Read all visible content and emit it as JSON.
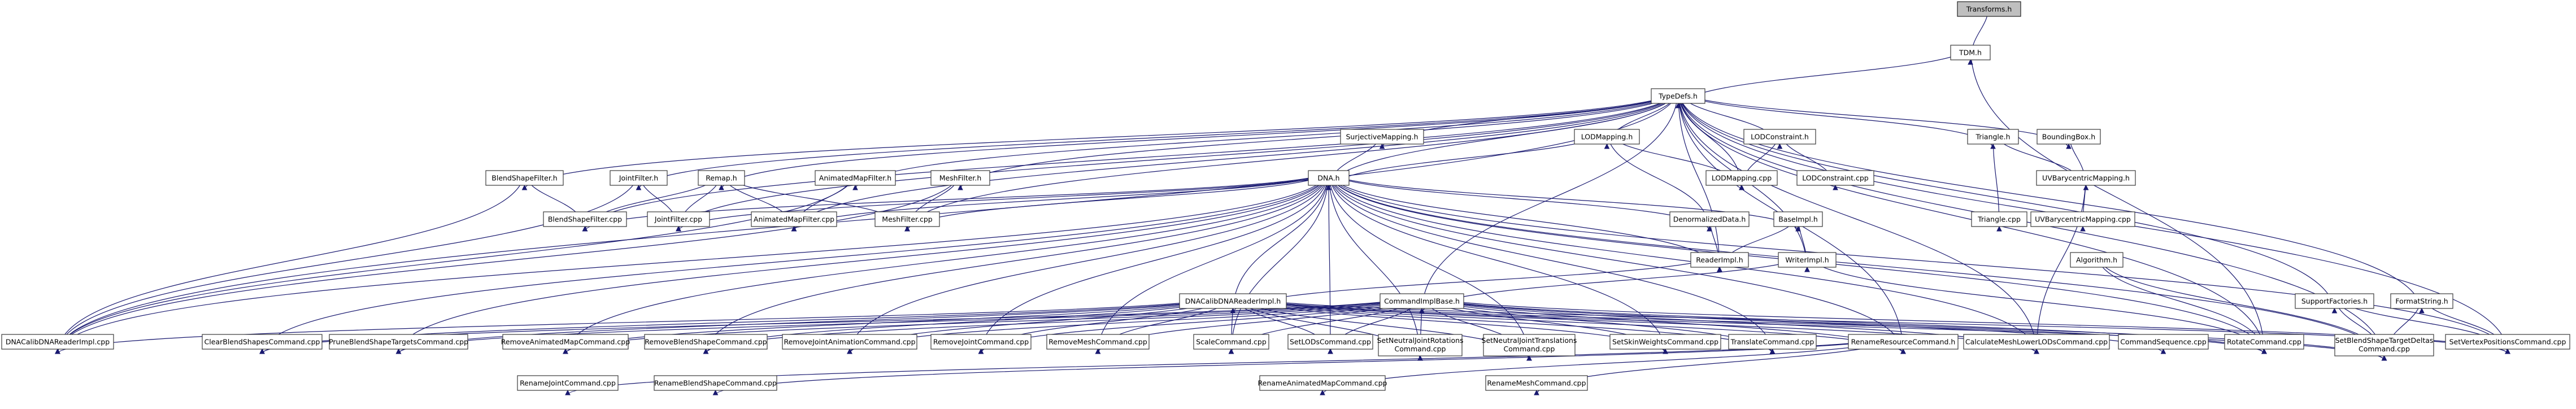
{
  "graph": {
    "title": "Transforms.h",
    "colors": {
      "edge": "#191970",
      "root_fill": "#bfbfbf",
      "node_fill": "#ffffff",
      "node_border": "#3a3a3a"
    },
    "nodes": [
      {
        "id": "transforms_h",
        "label": "Transforms.h",
        "root": true
      },
      {
        "id": "tdm_h",
        "label": "TDM.h"
      },
      {
        "id": "typedefs_h",
        "label": "TypeDefs.h"
      },
      {
        "id": "surjectivemapping_h",
        "label": "SurjectiveMapping.h"
      },
      {
        "id": "lodmapping_h",
        "label": "LODMapping.h"
      },
      {
        "id": "lodconstraint_h",
        "label": "LODConstraint.h"
      },
      {
        "id": "triangle_h",
        "label": "Triangle.h"
      },
      {
        "id": "boundingbox_h",
        "label": "BoundingBox.h"
      },
      {
        "id": "blendshapefilter_h",
        "label": "BlendShapeFilter.h"
      },
      {
        "id": "jointfilter_h",
        "label": "JointFilter.h"
      },
      {
        "id": "remap_h",
        "label": "Remap.h"
      },
      {
        "id": "animatedmapfilter_h",
        "label": "AnimatedMapFilter.h"
      },
      {
        "id": "meshfilter_h",
        "label": "MeshFilter.h"
      },
      {
        "id": "dna_h",
        "label": "DNA.h"
      },
      {
        "id": "lodmapping_cpp",
        "label": "LODMapping.cpp"
      },
      {
        "id": "lodconstraint_cpp",
        "label": "LODConstraint.cpp"
      },
      {
        "id": "triangle_cpp",
        "label": "Triangle.cpp"
      },
      {
        "id": "uvbarycentricmapping_h",
        "label": "UVBarycentricMapping.h"
      },
      {
        "id": "uvbarycentricmapping_cpp",
        "label": "UVBarycentricMapping.cpp"
      },
      {
        "id": "blendshapefilter_cpp",
        "label": "BlendShapeFilter.cpp"
      },
      {
        "id": "jointfilter_cpp",
        "label": "JointFilter.cpp"
      },
      {
        "id": "animatedmapfilter_cpp",
        "label": "AnimatedMapFilter.cpp"
      },
      {
        "id": "meshfilter_cpp",
        "label": "MeshFilter.cpp"
      },
      {
        "id": "denormalizeddata_h",
        "label": "DenormalizedData.h"
      },
      {
        "id": "baseimpl_h",
        "label": "BaseImpl.h"
      },
      {
        "id": "readerimpl_h",
        "label": "ReaderImpl.h"
      },
      {
        "id": "writerimpl_h",
        "label": "WriterImpl.h"
      },
      {
        "id": "algorithm_h",
        "label": "Algorithm.h"
      },
      {
        "id": "supportfactories_h",
        "label": "SupportFactories.h"
      },
      {
        "id": "formatstring_h",
        "label": "FormatString.h"
      },
      {
        "id": "dnacalibdnareaderimpl_h",
        "label": "DNACalibDNAReaderImpl.h"
      },
      {
        "id": "commandimplbase_h",
        "label": "CommandImplBase.h"
      },
      {
        "id": "dnacalibdnareaderimpl_cpp",
        "label": "DNACalibDNAReaderImpl.cpp"
      },
      {
        "id": "clearblendshapescommand_cpp",
        "label": "ClearBlendShapesCommand.cpp"
      },
      {
        "id": "pruneblendshapetargetscommand_cpp",
        "label": "PruneBlendShapeTargetsCommand.cpp"
      },
      {
        "id": "removeanimatedmapcommand_cpp",
        "label": "RemoveAnimatedMapCommand.cpp"
      },
      {
        "id": "removeblendshapecommand_cpp",
        "label": "RemoveBlendShapeCommand.cpp"
      },
      {
        "id": "removejointanimationcommand_cpp",
        "label": "RemoveJointAnimationCommand.cpp"
      },
      {
        "id": "removejointcommand_cpp",
        "label": "RemoveJointCommand.cpp"
      },
      {
        "id": "removemeshcommand_cpp",
        "label": "RemoveMeshCommand.cpp"
      },
      {
        "id": "scalecommand_cpp",
        "label": "ScaleCommand.cpp"
      },
      {
        "id": "setlodscommand_cpp",
        "label": "SetLODsCommand.cpp"
      },
      {
        "id": "setneutraljointrotationscommand_cpp",
        "label": "SetNeutralJointRotations Command.cpp"
      },
      {
        "id": "setneutraljointtranslationscommand_cpp",
        "label": "SetNeutralJointTranslations Command.cpp"
      },
      {
        "id": "setskinweightscommand_cpp",
        "label": "SetSkinWeightsCommand.cpp"
      },
      {
        "id": "translatecommand_cpp",
        "label": "TranslateCommand.cpp"
      },
      {
        "id": "renameresourcecommand_h",
        "label": "RenameResourceCommand.h"
      },
      {
        "id": "calculatemeshlowerlodscommand_cpp",
        "label": "CalculateMeshLowerLODsCommand.cpp"
      },
      {
        "id": "commandsequence_cpp",
        "label": "CommandSequence.cpp"
      },
      {
        "id": "rotatecommand_cpp",
        "label": "RotateCommand.cpp"
      },
      {
        "id": "setblendshapetargetdeltascommand_cpp",
        "label": "SetBlendShapeTargetDeltas Command.cpp"
      },
      {
        "id": "setvertexpositionscommand_cpp",
        "label": "SetVertexPositionsCommand.cpp"
      },
      {
        "id": "renamejointcommand_cpp",
        "label": "RenameJointCommand.cpp"
      },
      {
        "id": "renameblendshapecommand_cpp",
        "label": "RenameBlendShapeCommand.cpp"
      },
      {
        "id": "renameanimatedmapcommand_cpp",
        "label": "RenameAnimatedMapCommand.cpp"
      },
      {
        "id": "renamemeshcommand_cpp",
        "label": "RenameMeshCommand.cpp"
      }
    ],
    "edges": [
      [
        "transforms_h",
        "tdm_h"
      ],
      [
        "tdm_h",
        "typedefs_h"
      ],
      [
        "tdm_h",
        "rotatecommand_cpp"
      ],
      [
        "typedefs_h",
        "surjectivemapping_h"
      ],
      [
        "typedefs_h",
        "lodmapping_h"
      ],
      [
        "typedefs_h",
        "lodconstraint_h"
      ],
      [
        "typedefs_h",
        "triangle_h"
      ],
      [
        "typedefs_h",
        "boundingbox_h"
      ],
      [
        "typedefs_h",
        "blendshapefilter_h"
      ],
      [
        "typedefs_h",
        "jointfilter_h"
      ],
      [
        "typedefs_h",
        "remap_h"
      ],
      [
        "typedefs_h",
        "animatedmapfilter_h"
      ],
      [
        "typedefs_h",
        "meshfilter_h"
      ],
      [
        "typedefs_h",
        "dna_h"
      ],
      [
        "typedefs_h",
        "lodmapping_cpp"
      ],
      [
        "typedefs_h",
        "blendshapefilter_cpp"
      ],
      [
        "typedefs_h",
        "jointfilter_cpp"
      ],
      [
        "typedefs_h",
        "animatedmapfilter_cpp"
      ],
      [
        "typedefs_h",
        "meshfilter_cpp"
      ],
      [
        "typedefs_h",
        "readerimpl_h"
      ],
      [
        "typedefs_h",
        "writerimpl_h"
      ],
      [
        "typedefs_h",
        "commandimplbase_h"
      ],
      [
        "typedefs_h",
        "supportfactories_h"
      ],
      [
        "typedefs_h",
        "formatstring_h"
      ],
      [
        "typedefs_h",
        "renameresourcecommand_h"
      ],
      [
        "typedefs_h",
        "rotatecommand_cpp"
      ],
      [
        "typedefs_h",
        "setvertexpositionscommand_cpp"
      ],
      [
        "typedefs_h",
        "setblendshapetargetdeltascommand_cpp"
      ],
      [
        "typedefs_h",
        "dnacalibdnareaderimpl_cpp"
      ],
      [
        "typedefs_h",
        "calculatemeshlowerlodscommand_cpp"
      ],
      [
        "surjectivemapping_h",
        "dna_h"
      ],
      [
        "lodmapping_h",
        "dna_h"
      ],
      [
        "lodmapping_h",
        "lodmapping_cpp"
      ],
      [
        "lodmapping_h",
        "denormalizeddata_h"
      ],
      [
        "lodconstraint_h",
        "lodmapping_cpp"
      ],
      [
        "lodconstraint_h",
        "lodconstraint_cpp"
      ],
      [
        "triangle_h",
        "triangle_cpp"
      ],
      [
        "triangle_h",
        "uvbarycentricmapping_h"
      ],
      [
        "boundingbox_h",
        "uvbarycentricmapping_h"
      ],
      [
        "uvbarycentricmapping_h",
        "uvbarycentricmapping_cpp"
      ],
      [
        "uvbarycentricmapping_h",
        "calculatemeshlowerlodscommand_cpp"
      ],
      [
        "blendshapefilter_h",
        "blendshapefilter_cpp"
      ],
      [
        "blendshapefilter_h",
        "dnacalibdnareaderimpl_cpp"
      ],
      [
        "jointfilter_h",
        "jointfilter_cpp"
      ],
      [
        "jointfilter_h",
        "dnacalibdnareaderimpl_cpp"
      ],
      [
        "remap_h",
        "blendshapefilter_cpp"
      ],
      [
        "remap_h",
        "jointfilter_cpp"
      ],
      [
        "remap_h",
        "animatedmapfilter_cpp"
      ],
      [
        "remap_h",
        "meshfilter_cpp"
      ],
      [
        "animatedmapfilter_h",
        "animatedmapfilter_cpp"
      ],
      [
        "animatedmapfilter_h",
        "dnacalibdnareaderimpl_cpp"
      ],
      [
        "meshfilter_h",
        "meshfilter_cpp"
      ],
      [
        "meshfilter_h",
        "dnacalibdnareaderimpl_cpp"
      ],
      [
        "dna_h",
        "blendshapefilter_cpp"
      ],
      [
        "dna_h",
        "jointfilter_cpp"
      ],
      [
        "dna_h",
        "animatedmapfilter_cpp"
      ],
      [
        "dna_h",
        "meshfilter_cpp"
      ],
      [
        "dna_h",
        "denormalizeddata_h"
      ],
      [
        "dna_h",
        "baseimpl_h"
      ],
      [
        "dna_h",
        "readerimpl_h"
      ],
      [
        "dna_h",
        "dnacalibdnareaderimpl_h"
      ],
      [
        "dna_h",
        "dnacalibdnareaderimpl_cpp"
      ],
      [
        "dna_h",
        "clearblendshapescommand_cpp"
      ],
      [
        "dna_h",
        "pruneblendshapetargetscommand_cpp"
      ],
      [
        "dna_h",
        "removeanimatedmapcommand_cpp"
      ],
      [
        "dna_h",
        "removeblendshapecommand_cpp"
      ],
      [
        "dna_h",
        "removejointanimationcommand_cpp"
      ],
      [
        "dna_h",
        "removejointcommand_cpp"
      ],
      [
        "dna_h",
        "removemeshcommand_cpp"
      ],
      [
        "dna_h",
        "scalecommand_cpp"
      ],
      [
        "dna_h",
        "setlodscommand_cpp"
      ],
      [
        "dna_h",
        "setneutraljointrotationscommand_cpp"
      ],
      [
        "dna_h",
        "setneutraljointtranslationscommand_cpp"
      ],
      [
        "dna_h",
        "setskinweightscommand_cpp"
      ],
      [
        "dna_h",
        "translatecommand_cpp"
      ],
      [
        "dna_h",
        "renameresourcecommand_h"
      ],
      [
        "dna_h",
        "calculatemeshlowerlodscommand_cpp"
      ],
      [
        "dna_h",
        "rotatecommand_cpp"
      ],
      [
        "dna_h",
        "setblendshapetargetdeltascommand_cpp"
      ],
      [
        "dna_h",
        "setvertexpositionscommand_cpp"
      ],
      [
        "denormalizeddata_h",
        "readerimpl_h"
      ],
      [
        "baseimpl_h",
        "readerimpl_h"
      ],
      [
        "baseimpl_h",
        "writerimpl_h"
      ],
      [
        "readerimpl_h",
        "dnacalibdnareaderimpl_h"
      ],
      [
        "writerimpl_h",
        "commandimplbase_h"
      ],
      [
        "writerimpl_h",
        "rotatecommand_cpp"
      ],
      [
        "dnacalibdnareaderimpl_h",
        "dnacalibdnareaderimpl_cpp"
      ],
      [
        "dnacalibdnareaderimpl_h",
        "clearblendshapescommand_cpp"
      ],
      [
        "dnacalibdnareaderimpl_h",
        "pruneblendshapetargetscommand_cpp"
      ],
      [
        "dnacalibdnareaderimpl_h",
        "removeanimatedmapcommand_cpp"
      ],
      [
        "dnacalibdnareaderimpl_h",
        "removeblendshapecommand_cpp"
      ],
      [
        "dnacalibdnareaderimpl_h",
        "removejointanimationcommand_cpp"
      ],
      [
        "dnacalibdnareaderimpl_h",
        "removejointcommand_cpp"
      ],
      [
        "dnacalibdnareaderimpl_h",
        "removemeshcommand_cpp"
      ],
      [
        "dnacalibdnareaderimpl_h",
        "scalecommand_cpp"
      ],
      [
        "dnacalibdnareaderimpl_h",
        "setlodscommand_cpp"
      ],
      [
        "dnacalibdnareaderimpl_h",
        "setneutraljointrotationscommand_cpp"
      ],
      [
        "dnacalibdnareaderimpl_h",
        "setneutraljointtranslationscommand_cpp"
      ],
      [
        "dnacalibdnareaderimpl_h",
        "setskinweightscommand_cpp"
      ],
      [
        "dnacalibdnareaderimpl_h",
        "translatecommand_cpp"
      ],
      [
        "dnacalibdnareaderimpl_h",
        "renameresourcecommand_h"
      ],
      [
        "dnacalibdnareaderimpl_h",
        "calculatemeshlowerlodscommand_cpp"
      ],
      [
        "dnacalibdnareaderimpl_h",
        "rotatecommand_cpp"
      ],
      [
        "dnacalibdnareaderimpl_h",
        "setblendshapetargetdeltascommand_cpp"
      ],
      [
        "dnacalibdnareaderimpl_h",
        "setvertexpositionscommand_cpp"
      ],
      [
        "commandimplbase_h",
        "clearblendshapescommand_cpp"
      ],
      [
        "commandimplbase_h",
        "pruneblendshapetargetscommand_cpp"
      ],
      [
        "commandimplbase_h",
        "removeanimatedmapcommand_cpp"
      ],
      [
        "commandimplbase_h",
        "removeblendshapecommand_cpp"
      ],
      [
        "commandimplbase_h",
        "removejointanimationcommand_cpp"
      ],
      [
        "commandimplbase_h",
        "removejointcommand_cpp"
      ],
      [
        "commandimplbase_h",
        "removemeshcommand_cpp"
      ],
      [
        "commandimplbase_h",
        "scalecommand_cpp"
      ],
      [
        "commandimplbase_h",
        "setlodscommand_cpp"
      ],
      [
        "commandimplbase_h",
        "setneutraljointrotationscommand_cpp"
      ],
      [
        "commandimplbase_h",
        "setneutraljointtranslationscommand_cpp"
      ],
      [
        "commandimplbase_h",
        "setskinweightscommand_cpp"
      ],
      [
        "commandimplbase_h",
        "translatecommand_cpp"
      ],
      [
        "commandimplbase_h",
        "renameresourcecommand_h"
      ],
      [
        "commandimplbase_h",
        "calculatemeshlowerlodscommand_cpp"
      ],
      [
        "commandimplbase_h",
        "commandsequence_cpp"
      ],
      [
        "commandimplbase_h",
        "rotatecommand_cpp"
      ],
      [
        "commandimplbase_h",
        "setblendshapetargetdeltascommand_cpp"
      ],
      [
        "commandimplbase_h",
        "setvertexpositionscommand_cpp"
      ],
      [
        "algorithm_h",
        "rotatecommand_cpp"
      ],
      [
        "algorithm_h",
        "setblendshapetargetdeltascommand_cpp"
      ],
      [
        "supportfactories_h",
        "setblendshapetargetdeltascommand_cpp"
      ],
      [
        "supportfactories_h",
        "setvertexpositionscommand_cpp"
      ],
      [
        "formatstring_h",
        "setblendshapetargetdeltascommand_cpp"
      ],
      [
        "formatstring_h",
        "setvertexpositionscommand_cpp"
      ],
      [
        "renameresourcecommand_h",
        "renamejointcommand_cpp"
      ],
      [
        "renameresourcecommand_h",
        "renameblendshapecommand_cpp"
      ],
      [
        "renameresourcecommand_h",
        "renameanimatedmapcommand_cpp"
      ],
      [
        "renameresourcecommand_h",
        "renamemeshcommand_cpp"
      ]
    ]
  }
}
